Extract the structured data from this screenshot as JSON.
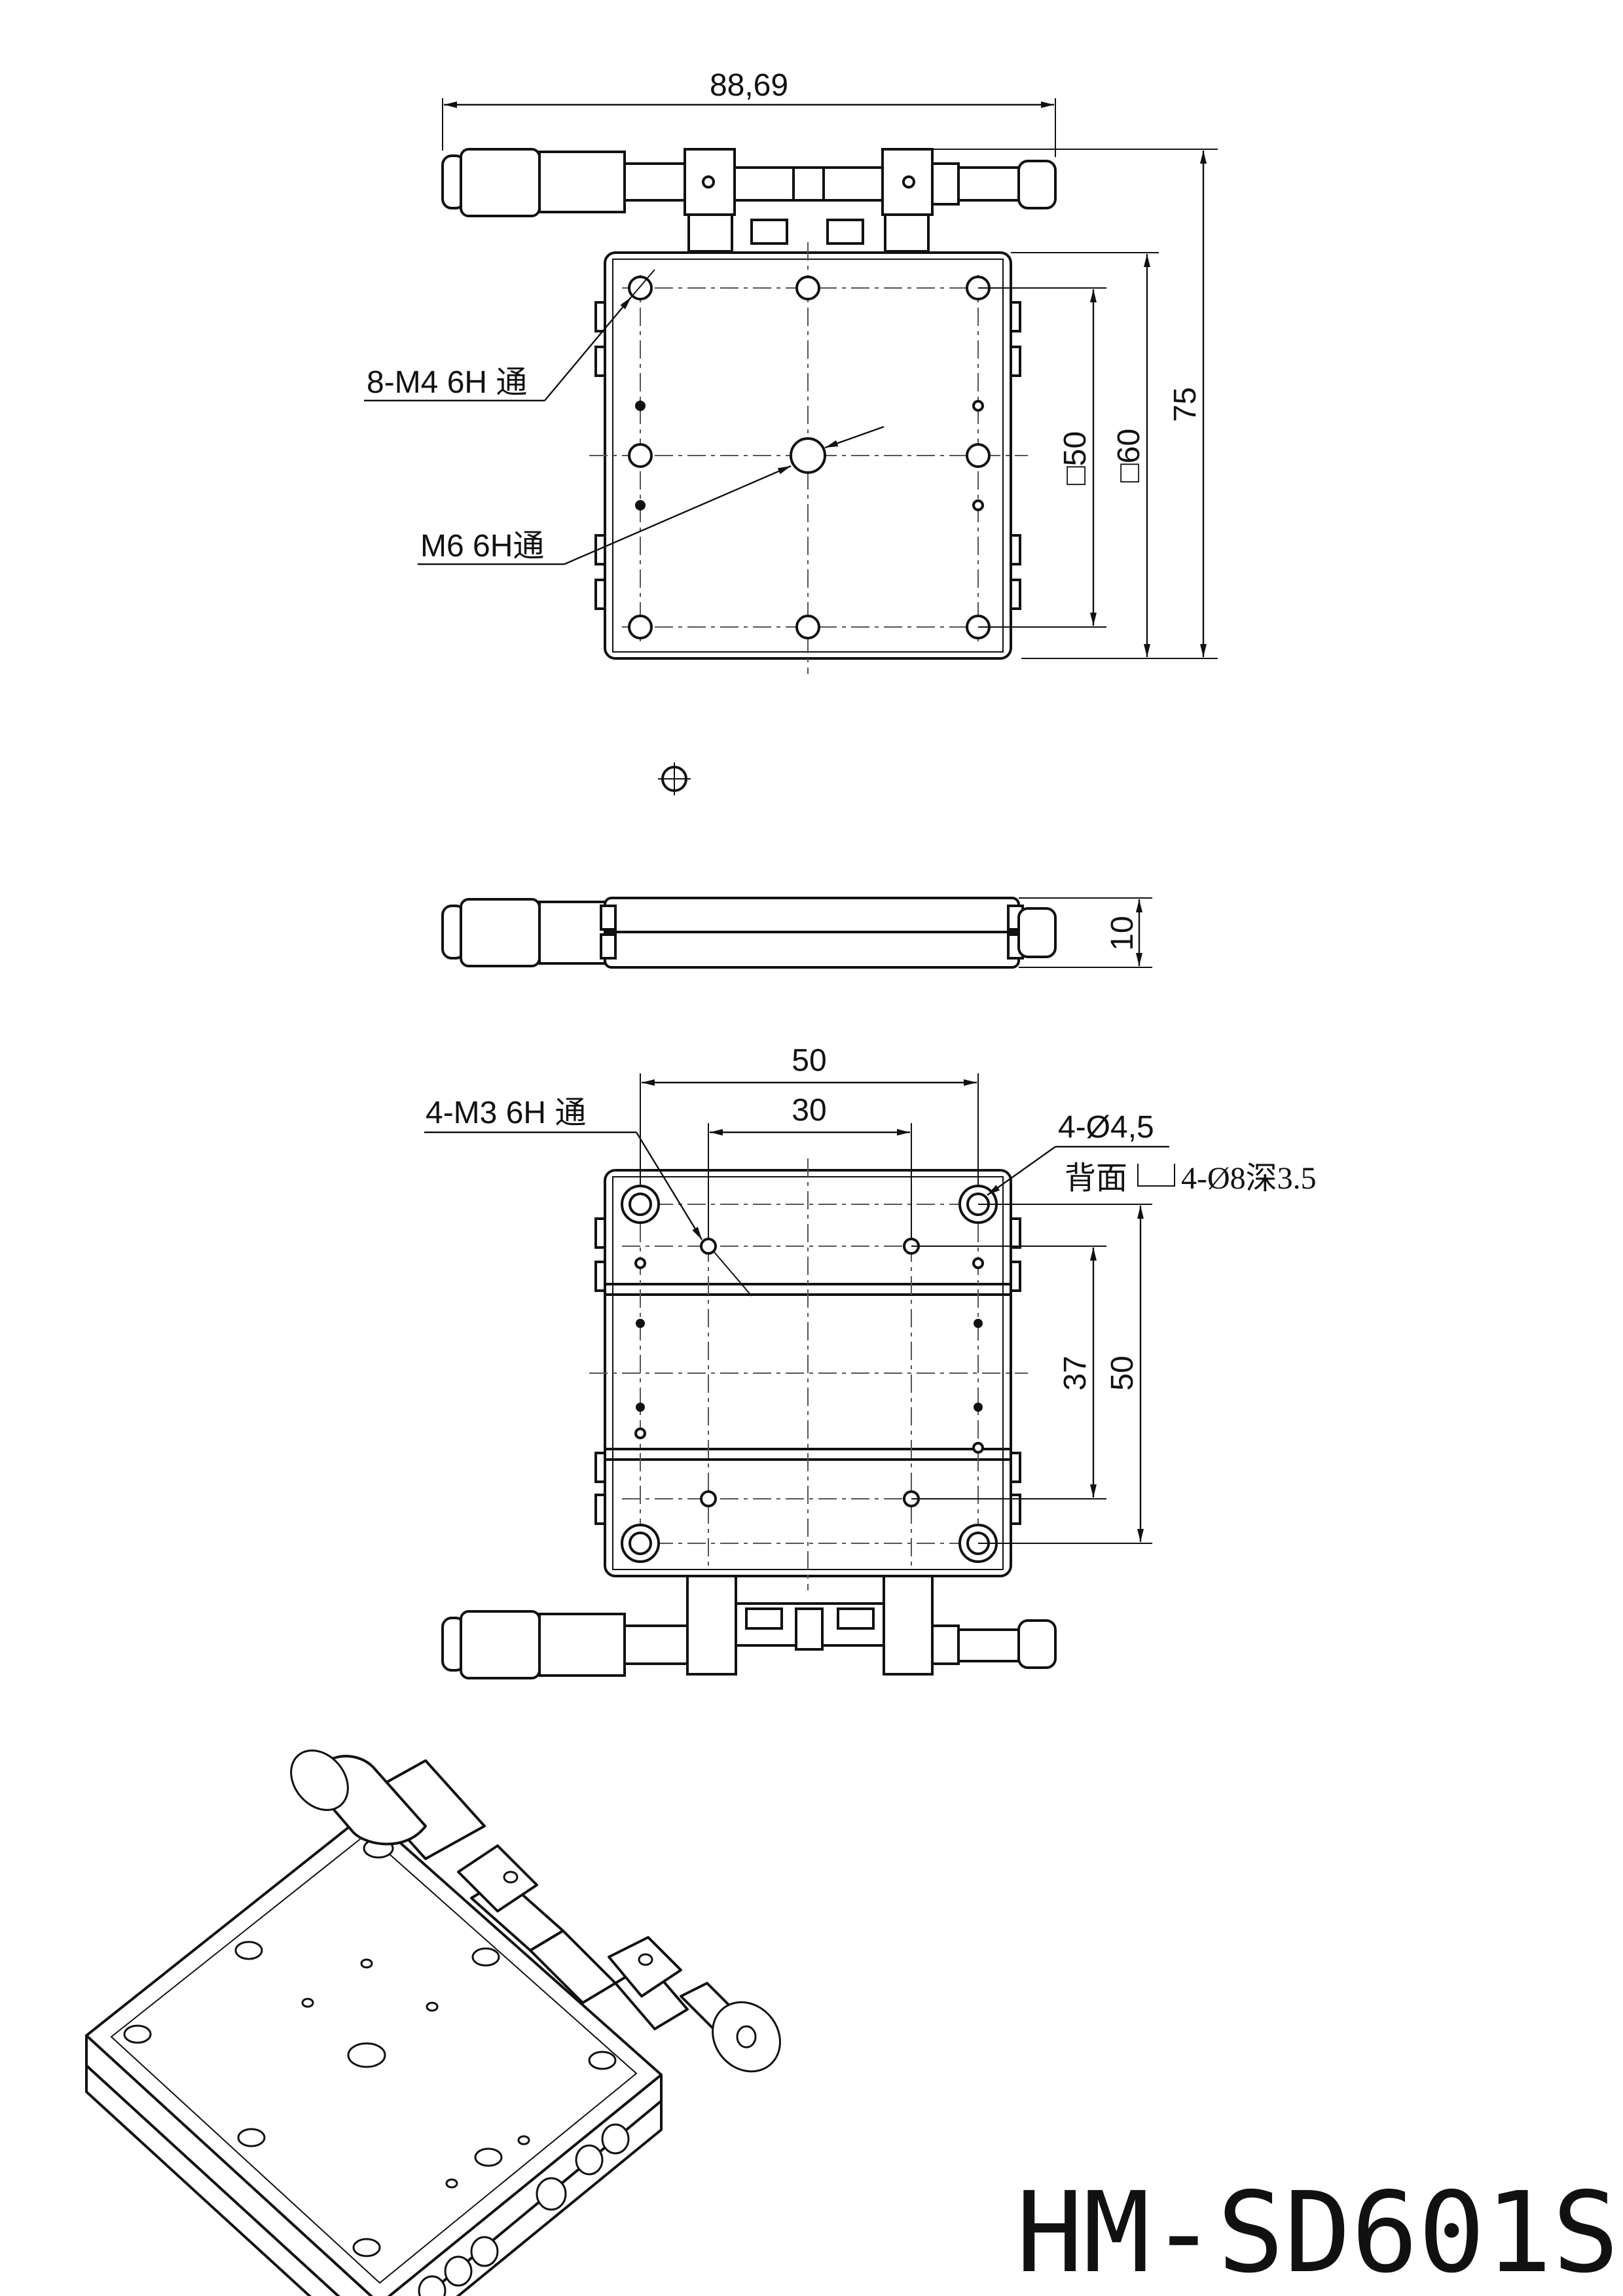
{
  "title": "HM-SD601S",
  "top_view": {
    "dim_overall_width": "88,69",
    "dim_overall_height": "75",
    "dim_inner_square": "□50",
    "dim_outer_square": "□60",
    "callout_m4": "8-M4 6H 通",
    "callout_m6": "M6 6H通"
  },
  "side_view": {
    "dim_height": "10"
  },
  "bottom_view": {
    "dim_width_outer": "50",
    "dim_width_inner": "30",
    "dim_height_outer": "50",
    "dim_height_inner": "37",
    "callout_m3": "4-M3 6H 通",
    "callout_d45": "4-Ø4,5",
    "callout_back_label": "背面",
    "callout_counterbore": "4-Ø8深3.5"
  }
}
